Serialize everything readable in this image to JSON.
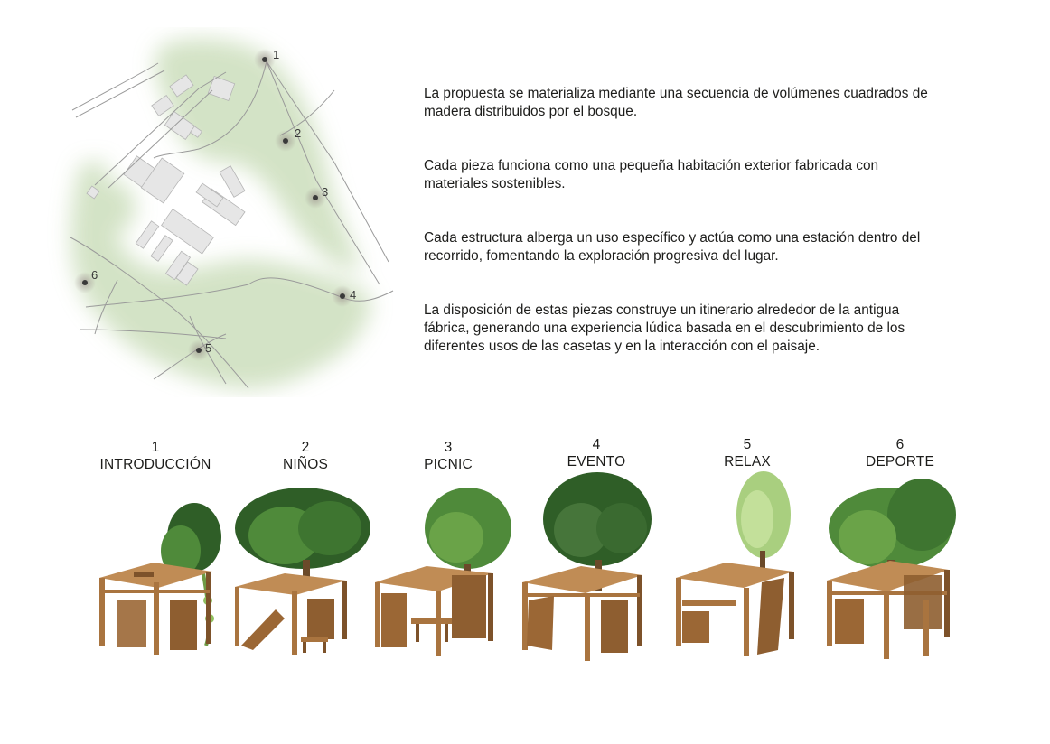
{
  "map": {
    "markers": [
      {
        "label": "1"
      },
      {
        "label": "2"
      },
      {
        "label": "3"
      },
      {
        "label": "4"
      },
      {
        "label": "5"
      },
      {
        "label": "6"
      }
    ]
  },
  "description": {
    "paragraphs": [
      "La propuesta se materializa mediante una secuencia de volúmenes cuadrados de madera distribuidos por el bosque.",
      "Cada pieza funciona como una pequeña habitación exterior fabricada con materiales sostenibles.",
      "Cada estructura alberga un uso específico y actúa como una estación dentro del recorrido, fomentando la exploración progresiva del lugar.",
      "La disposición de estas piezas construye un itinerario alrededor de la antigua fábrica, generando una experiencia lúdica basada en el descubrimiento de los diferentes usos de las casetas y en la interacción con el paisaje."
    ]
  },
  "stations": [
    {
      "number": "1",
      "name": "INTRODUCCIÓN"
    },
    {
      "number": "2",
      "name": "NIÑOS"
    },
    {
      "number": "3",
      "name": "PICNIC"
    },
    {
      "number": "4",
      "name": "EVENTO"
    },
    {
      "number": "5",
      "name": "RELAX"
    },
    {
      "number": "6",
      "name": "DEPORTE"
    }
  ],
  "colors": {
    "wood": "#a9743f",
    "wood_dark": "#7d522a",
    "foliage": "#4f8a3a",
    "foliage_dark": "#2f5e27",
    "foliage_light": "#8fbf5f",
    "map_green": "#cfe0c0",
    "map_lines": "#9a9a9a",
    "building": "#e6e6e6",
    "marker": "#3a3a3a"
  }
}
